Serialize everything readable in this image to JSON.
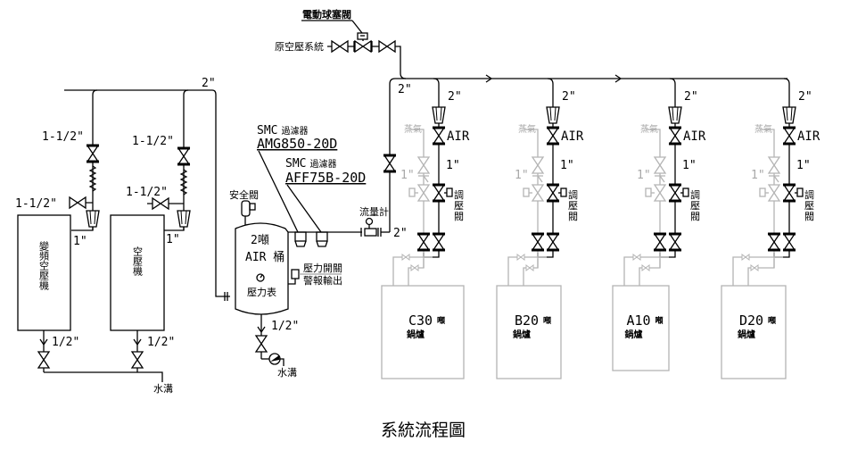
{
  "title": "系統流程圖",
  "top_feed": {
    "electric_ball_valve": "電動球塞閥",
    "existing_system": "原空壓系統"
  },
  "header_pipe_size": "2\"",
  "compressors": [
    {
      "name": "變頻空壓機",
      "inlet_size": "1-1/2\"",
      "bypass_size": "1-1/2\"",
      "outlet_size": "1\"",
      "drain_size": "1/2\""
    },
    {
      "name": "空壓機",
      "inlet_size": "1-1/2\"",
      "bypass_size": "1-1/2\"",
      "outlet_size": "1\"",
      "drain_size": "1/2\""
    }
  ],
  "compressor_drain_label": "水溝",
  "filters": [
    {
      "brand": "SMC",
      "type": "過濾器",
      "model": "AMG850-20D"
    },
    {
      "brand": "SMC",
      "type": "過濾器",
      "model": "AFF75B-20D"
    }
  ],
  "tank": {
    "capacity": "2噸",
    "name": "AIR 桶",
    "gauge": "壓力表",
    "safety_valve": "安全閥",
    "pressure_switch": "壓力開關",
    "alarm_output": "警報輸出",
    "drain_size": "1/2\"",
    "drain_label": "水溝"
  },
  "flow_meter": {
    "label": "流量計",
    "size": "2\""
  },
  "riser_size": "2\"",
  "boilers": [
    {
      "id": "C30",
      "unit": "噸",
      "kind": "鍋爐",
      "branch_size": "2\"",
      "air_label": "AIR",
      "line_size": "1\"",
      "reg_valve": "調壓閥",
      "steam_label": "蒸氣",
      "steam_size": "1\""
    },
    {
      "id": "B20",
      "unit": "噸",
      "kind": "鍋爐",
      "branch_size": "2\"",
      "air_label": "AIR",
      "line_size": "1\"",
      "reg_valve": "調壓閥",
      "steam_label": "蒸氣",
      "steam_size": "1\""
    },
    {
      "id": "A10",
      "unit": "噸",
      "kind": "鍋爐",
      "branch_size": "2\"",
      "air_label": "AIR",
      "line_size": "1\"",
      "reg_valve": "調壓閥",
      "steam_label": "蒸氣",
      "steam_size": "1\""
    },
    {
      "id": "D20",
      "unit": "噸",
      "kind": "鍋爐",
      "branch_size": "2\"",
      "air_label": "AIR",
      "line_size": "1\"",
      "reg_valve": "調壓閥",
      "steam_label": "蒸氣",
      "steam_size": "1\""
    }
  ]
}
